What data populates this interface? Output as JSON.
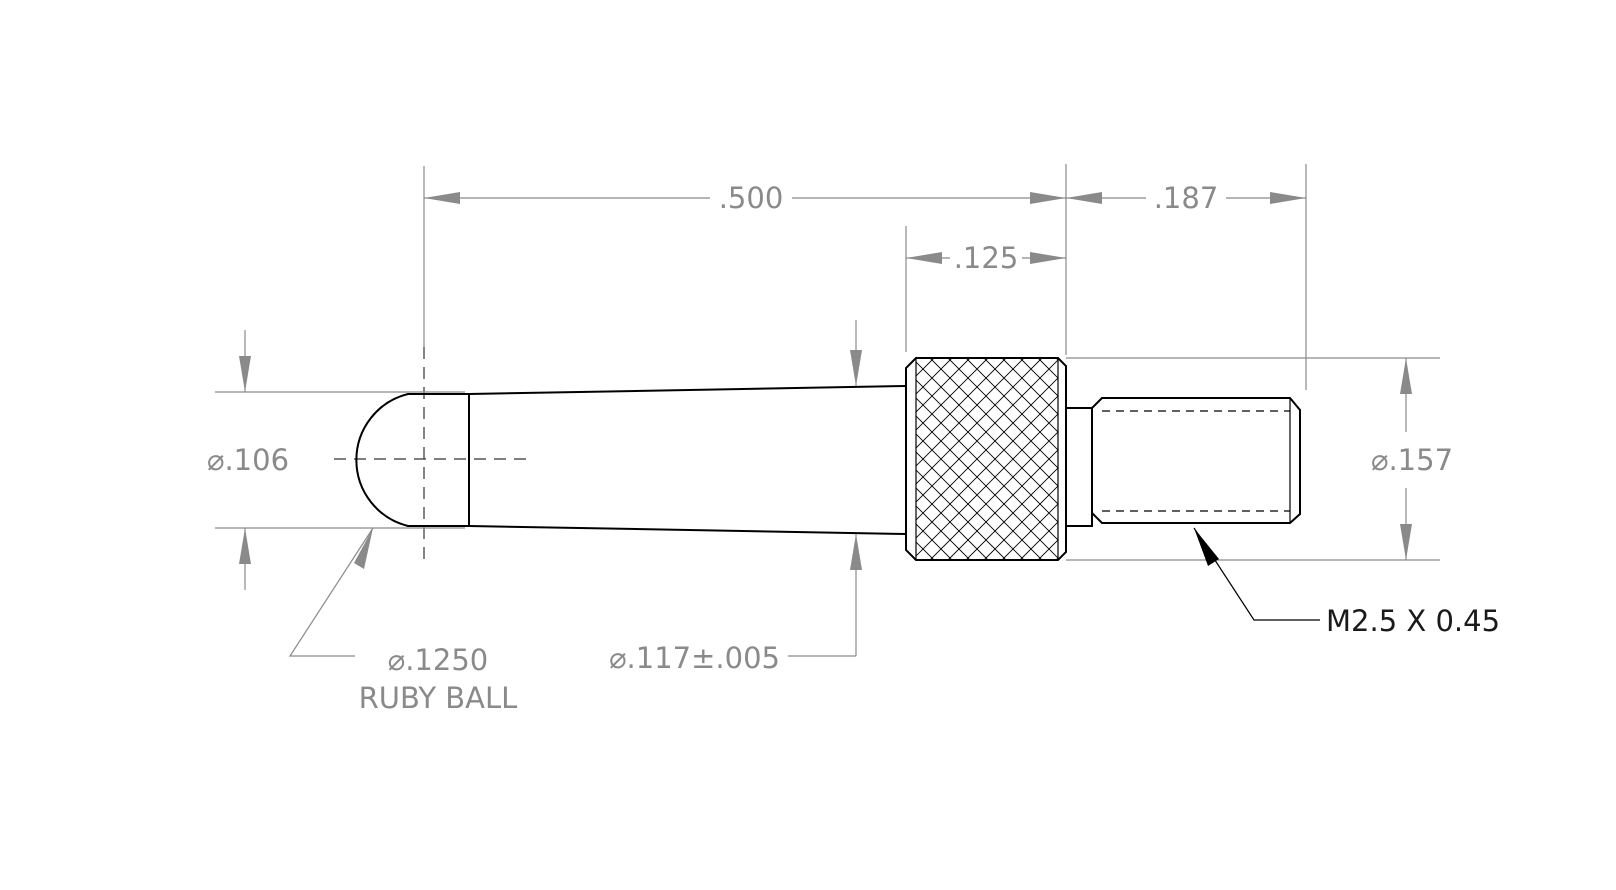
{
  "dimensions": {
    "overall_length": ".500",
    "thread_length": ".187",
    "knurl_width": ".125",
    "ball_neck_diameter": "⌀.106",
    "knurl_diameter": "⌀.157",
    "stem_diameter": "⌀.117±.005",
    "ball_diameter": "⌀.1250",
    "ball_material": "RUBY BALL",
    "thread_spec": "M2.5 X 0.45"
  }
}
